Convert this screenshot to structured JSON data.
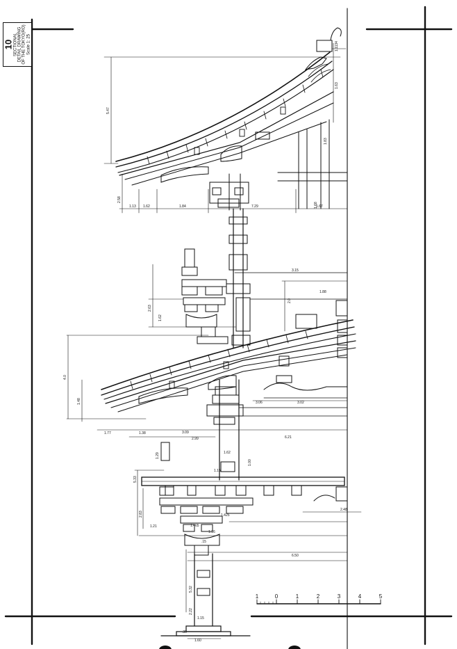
{
  "sheet": {
    "number": "10",
    "title_line1": "SECTIONAL",
    "title_line2": "DETAIL DRAWING",
    "title_line3": "OF THE TOKYO(RO)",
    "scale": "Scale 1: 25"
  },
  "scale_bar": {
    "labels": [
      "1",
      "0",
      "1",
      "2",
      "3",
      "4",
      "5"
    ]
  },
  "dimensions": {
    "top_right": [
      "1.1134",
      "1.63",
      "1.83",
      "1.68"
    ],
    "upper_roof_height": "5.47",
    "upper_roof_row": [
      "2.58",
      "1.13",
      "1.62",
      "1.84",
      "7.29",
      "1.67"
    ],
    "middle": [
      "2.63",
      "1.62",
      "3.15",
      "1.88",
      "2.0"
    ],
    "lower_roof_height": "4.0",
    "lower_roof_sub": "1.48",
    "lower_spans": [
      "3.06",
      "3.02",
      "3.09",
      "2.99",
      "6.21",
      "1.77",
      "1.38",
      "1.00",
      "1.62"
    ],
    "lower_bracket": [
      "5.33",
      "2.83",
      "1.29",
      "1.21",
      "1.465",
      "1.425",
      "1.15",
      "2.48",
      "1.16"
    ],
    "base": [
      "6.50",
      "5.32",
      "2.22",
      "1.15",
      "1.60",
      ".30",
      ".15"
    ]
  }
}
